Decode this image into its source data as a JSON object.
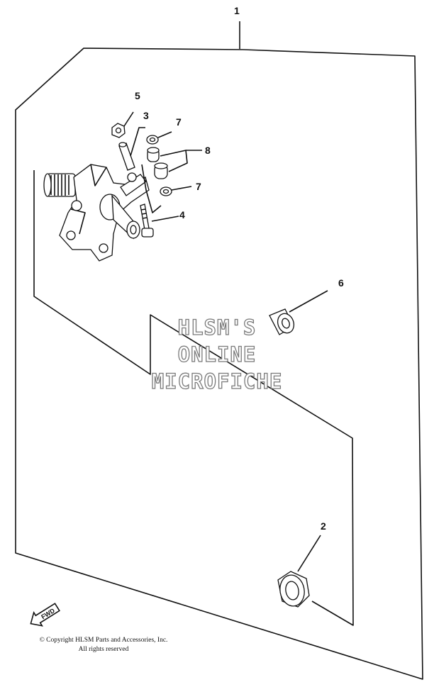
{
  "callouts": {
    "c1": "1",
    "c2": "2",
    "c3": "3",
    "c4": "4",
    "c5": "5",
    "c6": "6",
    "c7a": "7",
    "c7b": "7",
    "c8": "8"
  },
  "watermark": {
    "line1": "HLSM'S",
    "line2": "ONLINE",
    "line3": "MICROFICHE"
  },
  "fwd_label": "FWD",
  "copyright": {
    "line1": "© Copyright HLSM Parts and Accessories, Inc.",
    "line2": "All rights reserved"
  }
}
